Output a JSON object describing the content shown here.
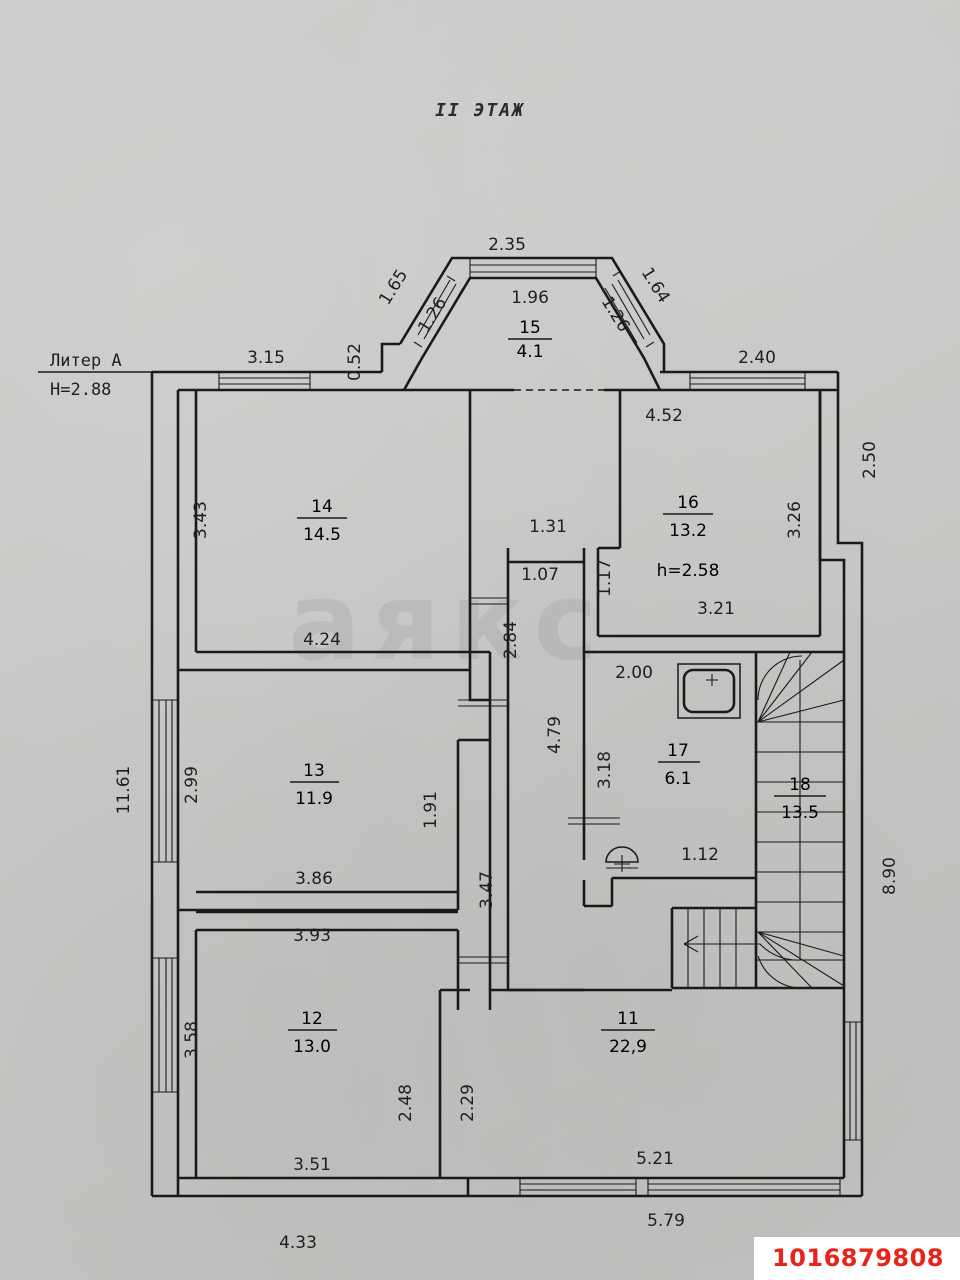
{
  "document": {
    "sheet_title": "II ЭТАЖ",
    "liter_label": "Литер А",
    "liter_height": "H=2.88",
    "listing_id": "1016879808",
    "watermark_text": "аякс"
  },
  "rooms": [
    {
      "number": "11",
      "area": "22,9"
    },
    {
      "number": "12",
      "area": "13.0"
    },
    {
      "number": "13",
      "area": "11.9"
    },
    {
      "number": "14",
      "area": "14.5"
    },
    {
      "number": "15",
      "area": "4.1"
    },
    {
      "number": "16",
      "area": "13.2",
      "height_note": "h=2.58"
    },
    {
      "number": "17",
      "area": "6.1"
    },
    {
      "number": "18",
      "area": "13.5"
    }
  ],
  "dimensions": {
    "balcony_top": "2.35",
    "balcony_inner_top": "1.96",
    "balcony_left_outer": "1.65",
    "balcony_left_inner": "1.26",
    "balcony_right_outer": "1.64",
    "balcony_right_inner": "1.26",
    "wall_top_left_window": "3.15",
    "wall_top_left_offset": "0.52",
    "wall_top_right_window": "2.40",
    "room16_top": "4.52",
    "room16_right": "3.26",
    "room16_bottom": "3.21",
    "room16_left_jog": "1.17",
    "right_upper": "2.50",
    "right_lower": "8.90",
    "room14_left": "3.43",
    "room14_bottom": "4.24",
    "room13_left": "2.99",
    "room13_bottom": "3.86",
    "room13_right_jog": "1.91",
    "room12_left": "3.58",
    "room12_top": "3.93",
    "room12_bottom": "3.51",
    "room12_right": "2.48",
    "corridor_right_lower": "2.29",
    "corridor_right_mid": "3.47",
    "corridor_top_a": "1.31",
    "corridor_top_b": "1.07",
    "corridor_width": "2.84",
    "corridor_length": "4.79",
    "room17_top": "2.00",
    "room17_left": "3.18",
    "room17_bottom_jog": "1.12",
    "left_overall": "11.61",
    "bottom_left": "4.33",
    "room11_bottom": "5.21",
    "bottom_right": "5.79"
  }
}
